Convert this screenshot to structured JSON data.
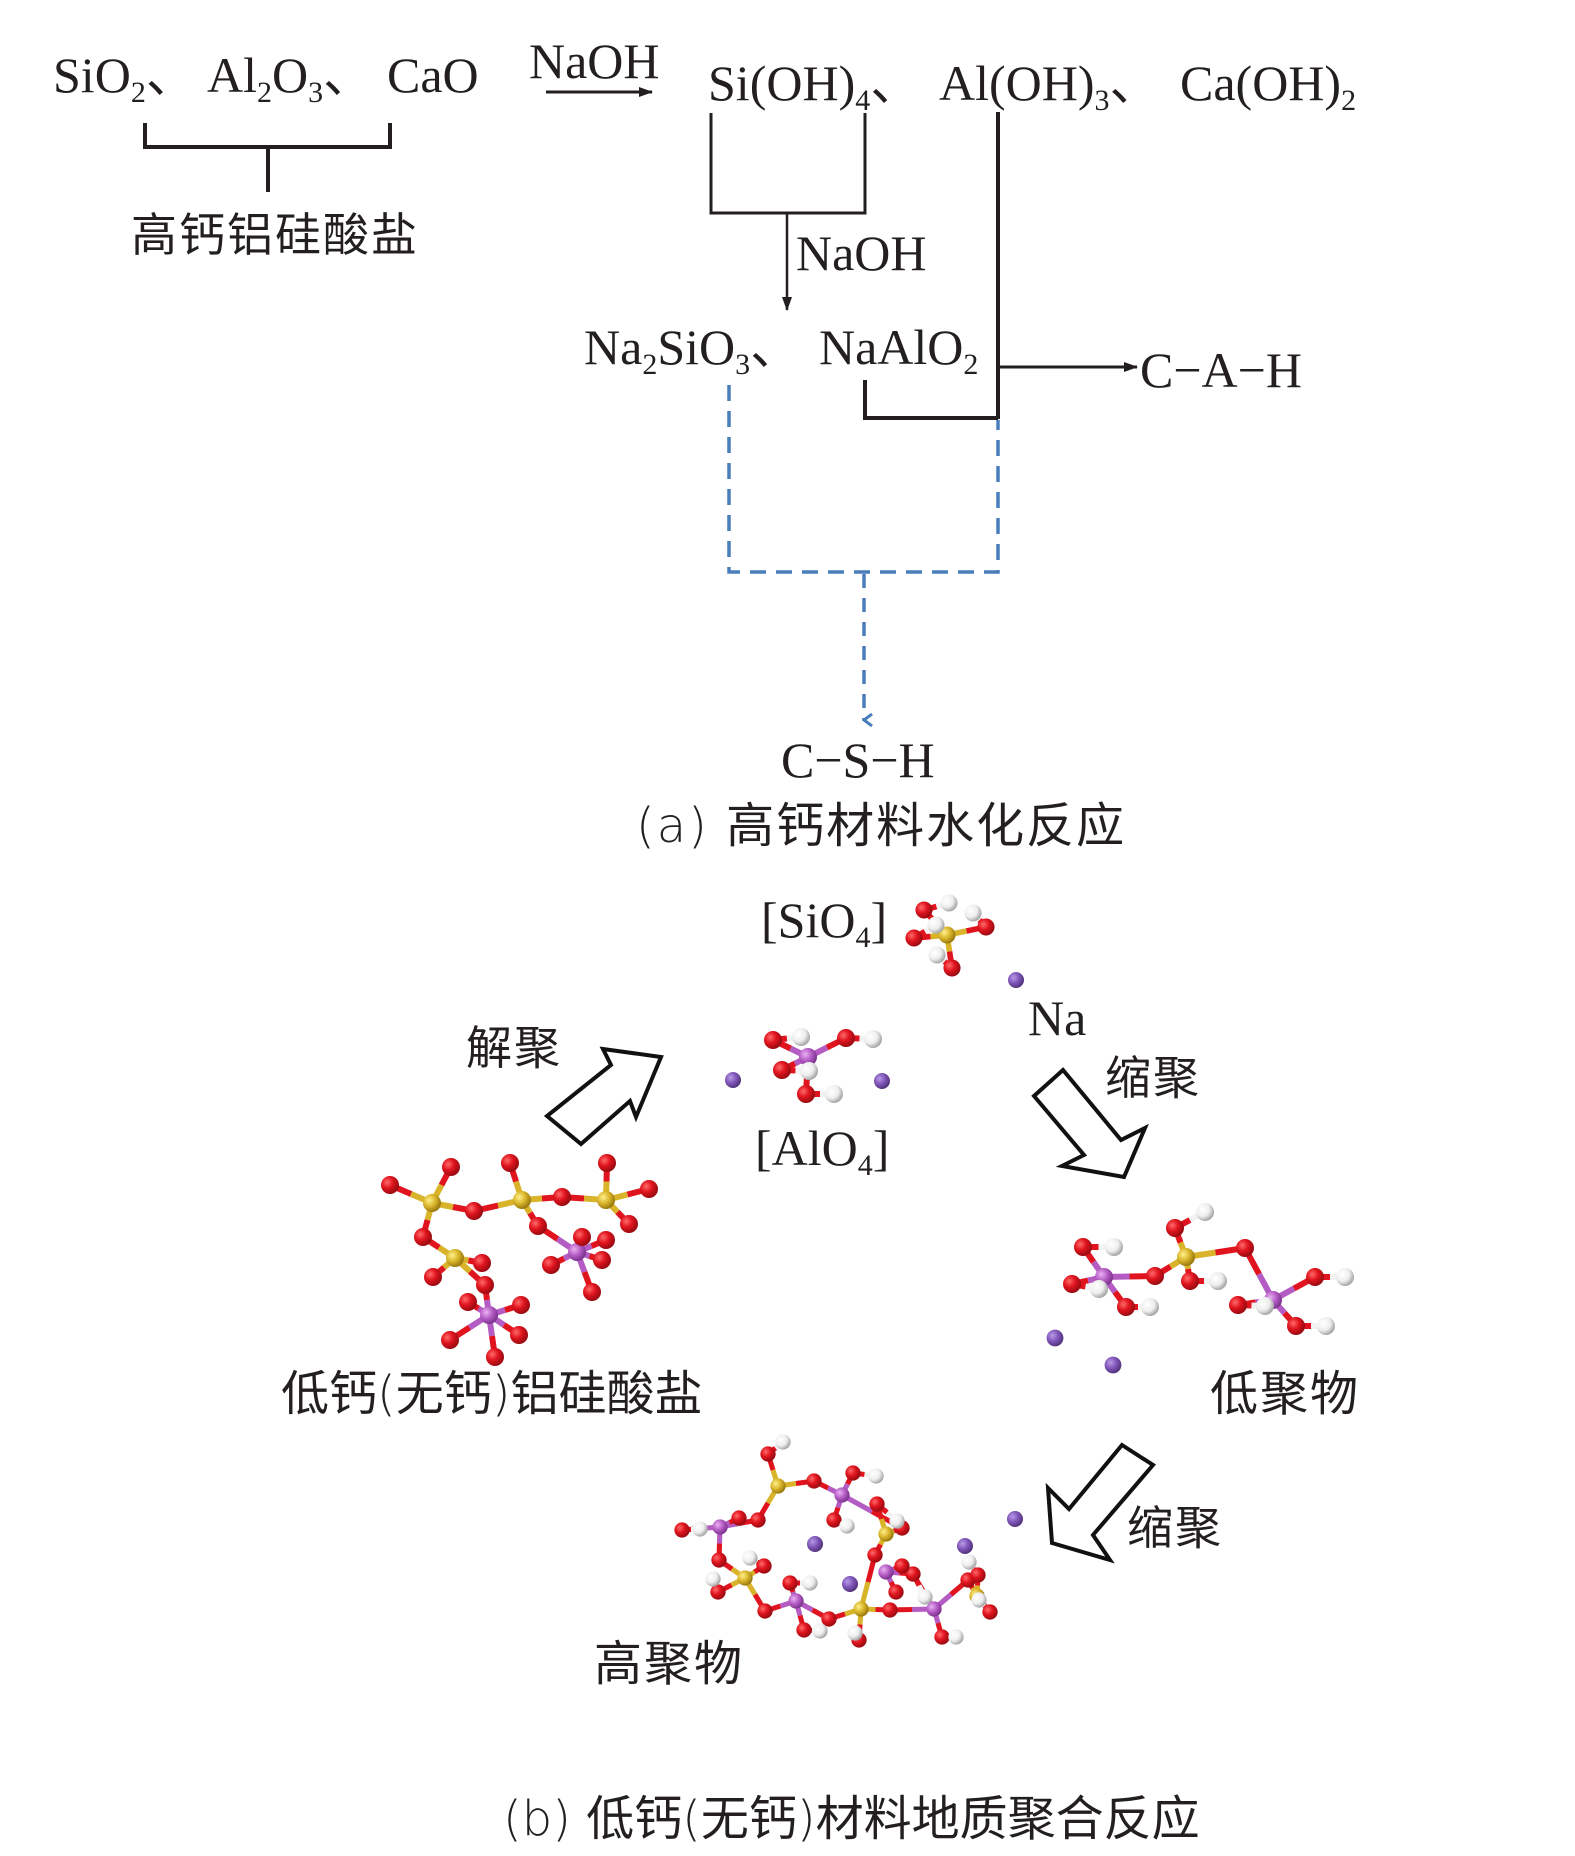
{
  "part_a": {
    "reactants": [
      {
        "base": "SiO",
        "sub": "2",
        "sep": "、"
      },
      {
        "base": "Al",
        "sub": "2",
        "base2": "O",
        "sub2": "3",
        "sep": "、"
      },
      {
        "base": "CaO"
      }
    ],
    "reactant_group_label": "高钙铝硅酸盐",
    "reagent_label_1": "NaOH",
    "hydroxides": [
      {
        "base": "Si(OH)",
        "sub": "4",
        "sep": "、"
      },
      {
        "base": "Al(OH)",
        "sub": "3",
        "sep": "、"
      },
      {
        "base": "Ca(OH)",
        "sub": "2"
      }
    ],
    "reagent_label_2": "NaOH",
    "sodium_salts": [
      {
        "base": "Na",
        "sub": "2",
        "base2": "SiO",
        "sub2": "3",
        "sep": "、"
      },
      {
        "base": "NaAlO",
        "sub": "2"
      }
    ],
    "product_cah": "C−A−H",
    "product_csh": "C−S−H",
    "caption": "(a) 高钙材料水化反应",
    "colors": {
      "solid_line": "#231f20",
      "dashed_line": "#4a7ebb"
    }
  },
  "part_b": {
    "sio4_label": {
      "base": "[SiO",
      "sub": "4",
      "tail": "]"
    },
    "alo4_label": {
      "base": "[AlO",
      "sub": "4",
      "tail": "]"
    },
    "na_label": "Na",
    "depolymerization_label": "解聚",
    "polycondensation_label_1": "缩聚",
    "polycondensation_label_2": "缩聚",
    "low_ca_aluminosilicate_label": "低钙(无钙)铝硅酸盐",
    "oligomer_label": "低聚物",
    "polymer_label": "高聚物",
    "caption": "(b) 低钙(无钙)材料地质聚合反应",
    "atom_colors": {
      "O": "#e0141e",
      "Si": "#d9b42a",
      "Al": "#b45cc4",
      "H": "#f2f2f2",
      "Na": "#7f55b8"
    }
  }
}
